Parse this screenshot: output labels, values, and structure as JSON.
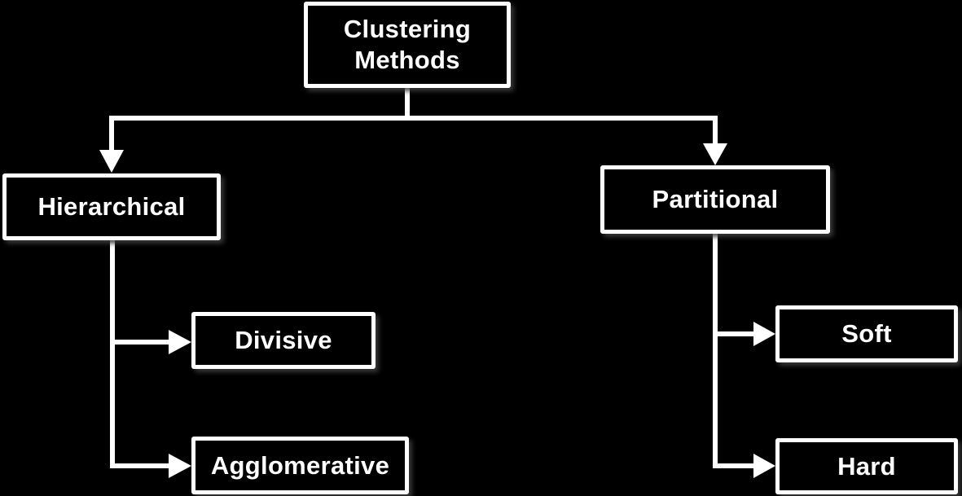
{
  "diagram": {
    "root": {
      "line1": "Clustering",
      "line2": "Methods"
    },
    "hierarchical": {
      "label": "Hierarchical"
    },
    "partitional": {
      "label": "Partitional"
    },
    "divisive": {
      "label": "Divisive"
    },
    "agglomerative": {
      "label": "Agglomerative"
    },
    "soft": {
      "label": "Soft"
    },
    "hard": {
      "label": "Hard"
    },
    "edges": [
      {
        "from": "Clustering Methods",
        "to": "Hierarchical"
      },
      {
        "from": "Clustering Methods",
        "to": "Partitional"
      },
      {
        "from": "Hierarchical",
        "to": "Divisive"
      },
      {
        "from": "Hierarchical",
        "to": "Agglomerative"
      },
      {
        "from": "Partitional",
        "to": "Soft"
      },
      {
        "from": "Partitional",
        "to": "Hard"
      }
    ],
    "colors": {
      "background": "#000000",
      "foreground": "#ffffff"
    }
  }
}
